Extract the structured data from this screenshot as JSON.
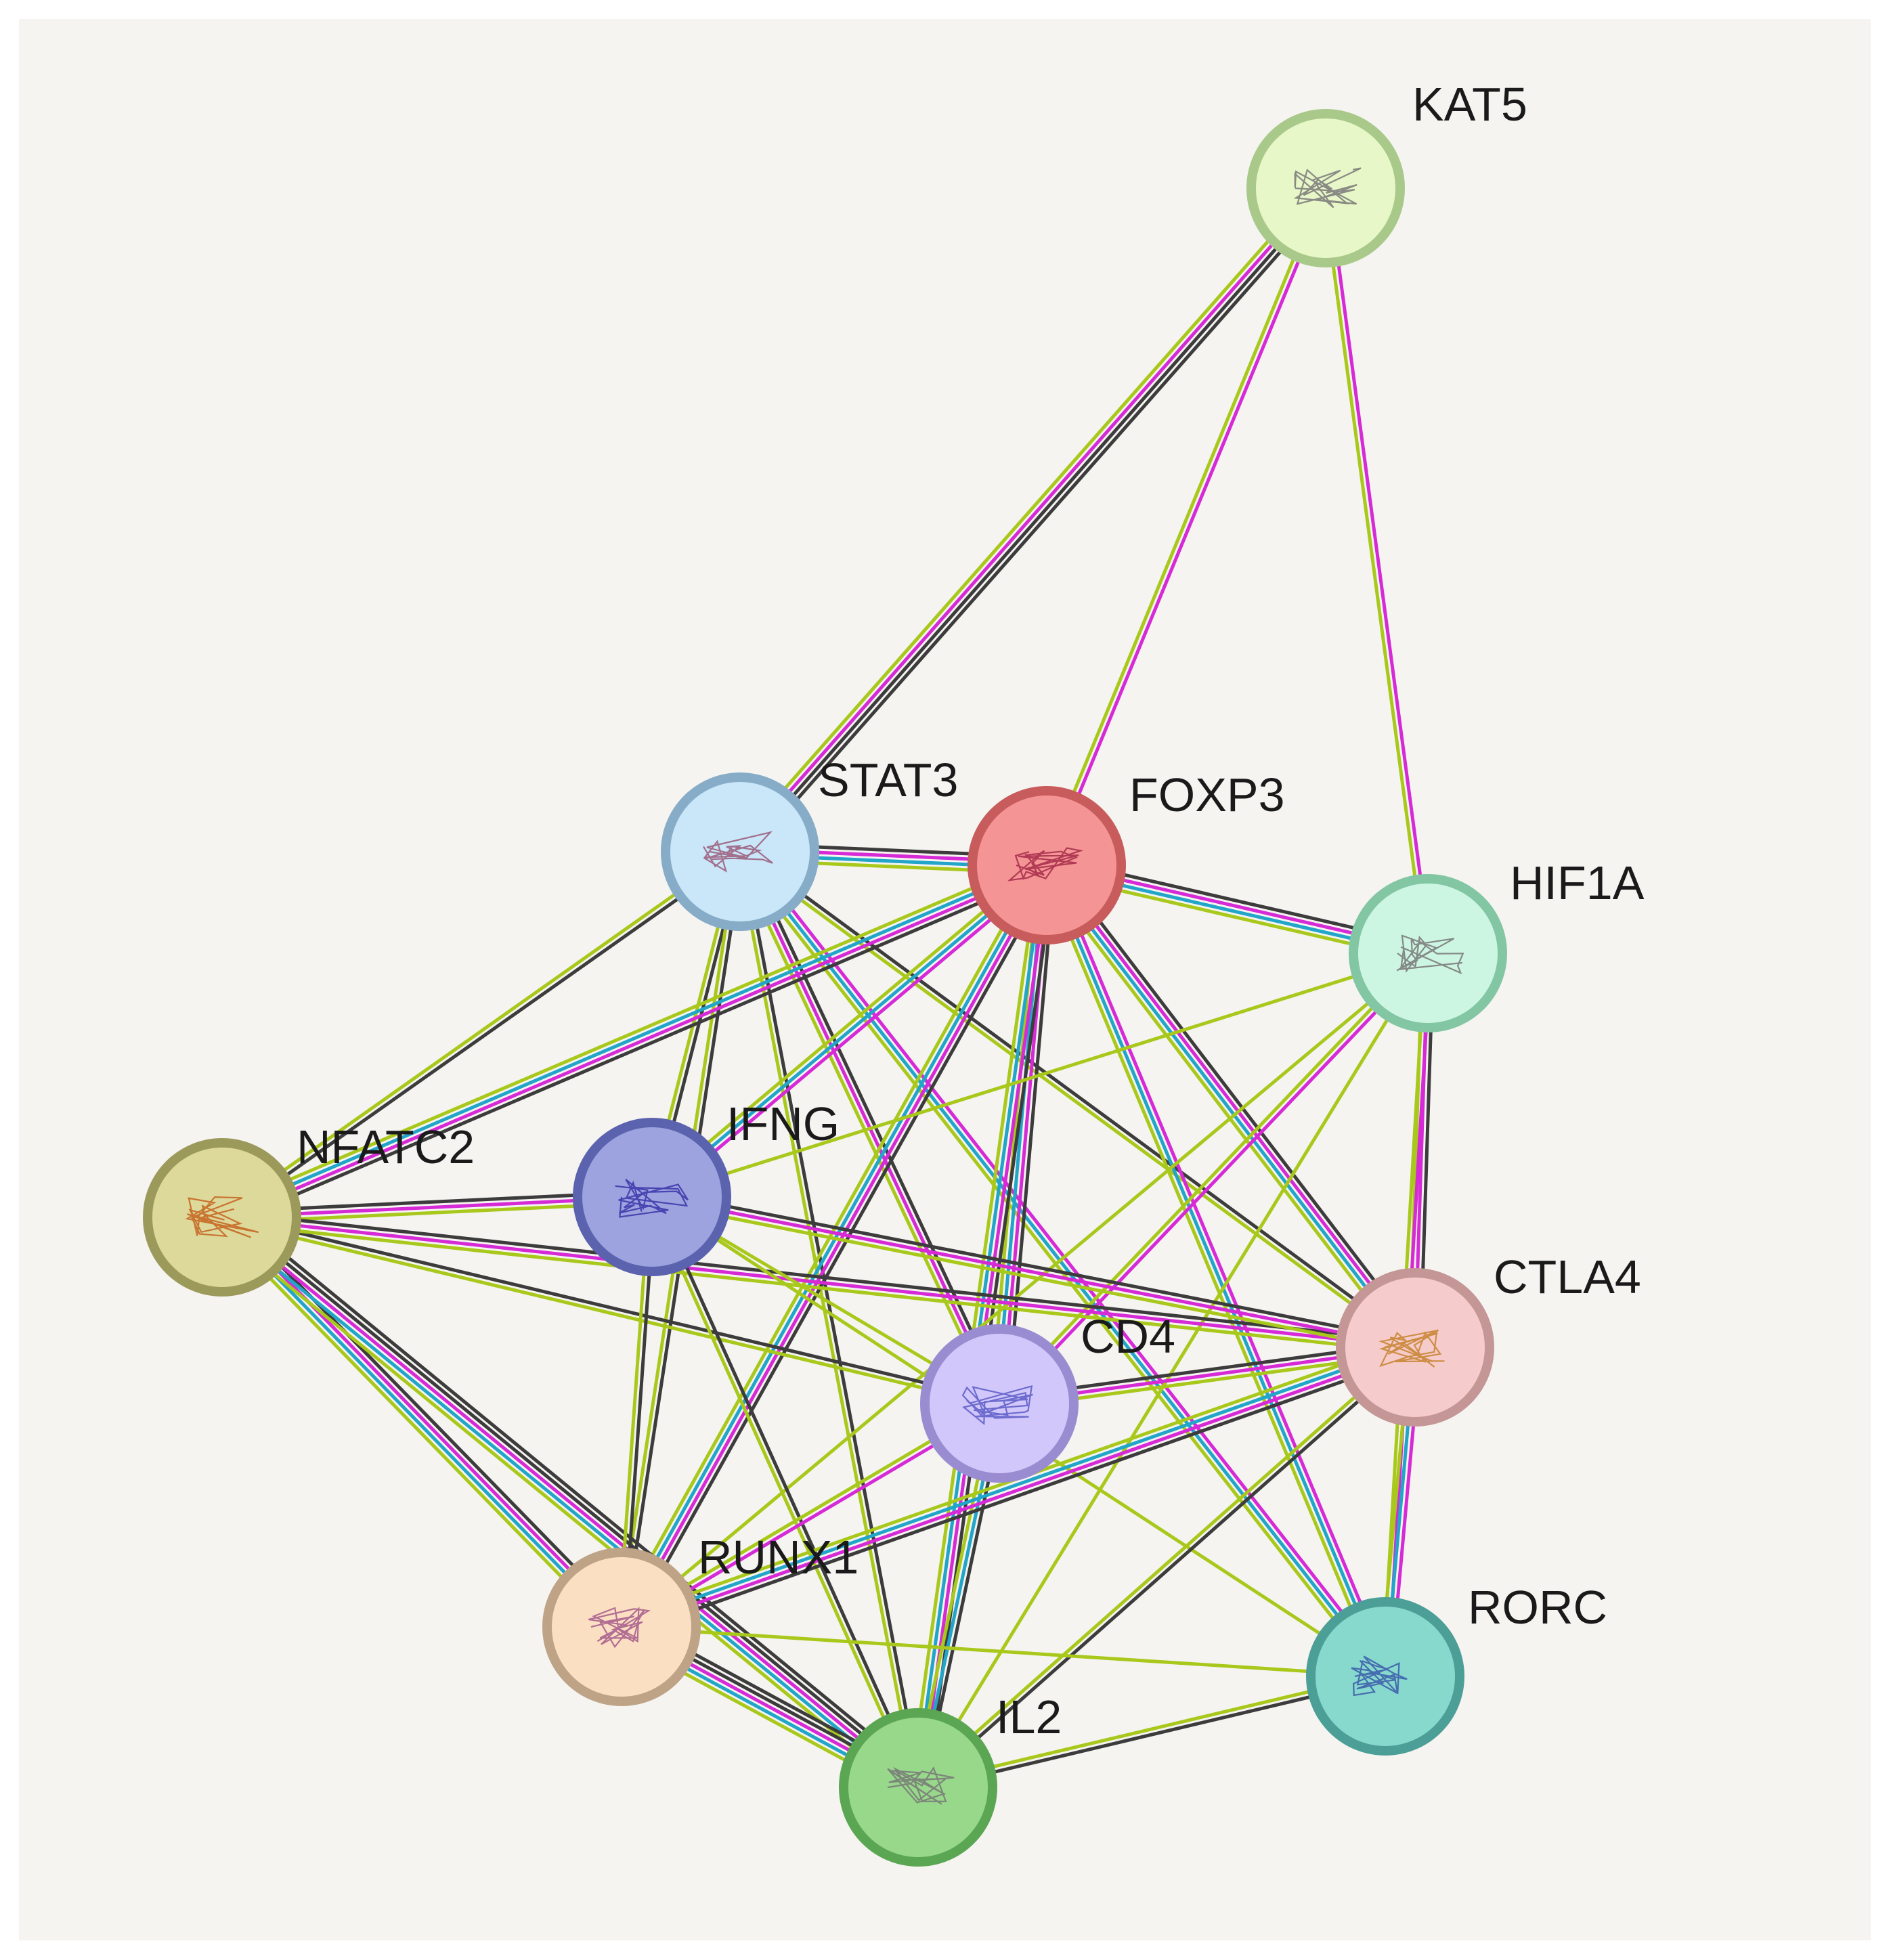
{
  "network": {
    "edge_channel_colors": {
      "black": "#3c3c3c",
      "magenta": "#d62ad6",
      "cyan": "#21a5c9",
      "lime": "#a9c81c"
    },
    "nodes": [
      {
        "id": "KAT5",
        "label": "KAT5",
        "fill": "#e7f7c7",
        "stroke": "#a9c98a",
        "glyph": "#777777"
      },
      {
        "id": "STAT3",
        "label": "STAT3",
        "fill": "#c9e7f9",
        "stroke": "#86acc7",
        "glyph": "#9a5a7a"
      },
      {
        "id": "FOXP3",
        "label": "FOXP3",
        "fill": "#f49494",
        "stroke": "#c85c5c",
        "glyph": "#a42a4a"
      },
      {
        "id": "HIF1A",
        "label": "HIF1A",
        "fill": "#cdf6e2",
        "stroke": "#83c6a3",
        "glyph": "#777777"
      },
      {
        "id": "NFATC2",
        "label": "NFATC2",
        "fill": "#dcd99a",
        "stroke": "#9c9a5b",
        "glyph": "#c6621e"
      },
      {
        "id": "IFNG",
        "label": "IFNG",
        "fill": "#9ca3df",
        "stroke": "#5b63ae",
        "glyph": "#3a35a9"
      },
      {
        "id": "CD4",
        "label": "CD4",
        "fill": "#d2c7fb",
        "stroke": "#9a8cd0",
        "glyph": "#5a5ac6"
      },
      {
        "id": "CTLA4",
        "label": "CTLA4",
        "fill": "#f6cbcb",
        "stroke": "#c49696",
        "glyph": "#c6822e"
      },
      {
        "id": "RUNX1",
        "label": "RUNX1",
        "fill": "#fbdfc3",
        "stroke": "#bfa386",
        "glyph": "#a45a8a"
      },
      {
        "id": "RORC",
        "label": "RORC",
        "fill": "#87d8cd",
        "stroke": "#4c9f96",
        "glyph": "#3a5aa9"
      },
      {
        "id": "IL2",
        "label": "IL2",
        "fill": "#98d88b",
        "stroke": "#5ba653",
        "glyph": "#777777"
      }
    ],
    "edges": [
      {
        "a": "KAT5",
        "b": "STAT3",
        "channels": [
          "black",
          "black",
          "magenta",
          "lime"
        ]
      },
      {
        "a": "KAT5",
        "b": "FOXP3",
        "channels": [
          "magenta",
          "lime"
        ]
      },
      {
        "a": "KAT5",
        "b": "HIF1A",
        "channels": [
          "magenta",
          "lime"
        ]
      },
      {
        "a": "STAT3",
        "b": "FOXP3",
        "channels": [
          "black",
          "magenta",
          "cyan",
          "lime"
        ]
      },
      {
        "a": "STAT3",
        "b": "NFATC2",
        "channels": [
          "black",
          "lime"
        ]
      },
      {
        "a": "STAT3",
        "b": "IFNG",
        "channels": [
          "black",
          "lime"
        ]
      },
      {
        "a": "STAT3",
        "b": "CD4",
        "channels": [
          "black",
          "magenta",
          "lime"
        ]
      },
      {
        "a": "STAT3",
        "b": "CTLA4",
        "channels": [
          "black",
          "lime"
        ]
      },
      {
        "a": "STAT3",
        "b": "RUNX1",
        "channels": [
          "black",
          "lime"
        ]
      },
      {
        "a": "STAT3",
        "b": "RORC",
        "channels": [
          "magenta",
          "cyan",
          "lime"
        ]
      },
      {
        "a": "STAT3",
        "b": "IL2",
        "channels": [
          "black",
          "lime"
        ]
      },
      {
        "a": "FOXP3",
        "b": "HIF1A",
        "channels": [
          "black",
          "magenta",
          "cyan",
          "lime"
        ]
      },
      {
        "a": "FOXP3",
        "b": "NFATC2",
        "channels": [
          "black",
          "magenta",
          "cyan",
          "lime"
        ]
      },
      {
        "a": "FOXP3",
        "b": "IFNG",
        "channels": [
          "magenta",
          "cyan",
          "lime"
        ]
      },
      {
        "a": "FOXP3",
        "b": "CD4",
        "channels": [
          "black",
          "magenta",
          "cyan",
          "lime"
        ]
      },
      {
        "a": "FOXP3",
        "b": "CTLA4",
        "channels": [
          "black",
          "magenta",
          "cyan",
          "lime"
        ]
      },
      {
        "a": "FOXP3",
        "b": "RUNX1",
        "channels": [
          "black",
          "magenta",
          "cyan",
          "lime"
        ]
      },
      {
        "a": "FOXP3",
        "b": "RORC",
        "channels": [
          "magenta",
          "cyan",
          "lime"
        ]
      },
      {
        "a": "FOXP3",
        "b": "IL2",
        "channels": [
          "black",
          "magenta",
          "cyan",
          "lime"
        ]
      },
      {
        "a": "HIF1A",
        "b": "IFNG",
        "channels": [
          "lime"
        ]
      },
      {
        "a": "HIF1A",
        "b": "CD4",
        "channels": [
          "magenta",
          "lime"
        ]
      },
      {
        "a": "HIF1A",
        "b": "CTLA4",
        "channels": [
          "black",
          "magenta",
          "lime"
        ]
      },
      {
        "a": "HIF1A",
        "b": "RORC",
        "channels": [
          "magenta",
          "lime"
        ]
      },
      {
        "a": "HIF1A",
        "b": "RUNX1",
        "channels": [
          "lime"
        ]
      },
      {
        "a": "HIF1A",
        "b": "IL2",
        "channels": [
          "lime"
        ]
      },
      {
        "a": "NFATC2",
        "b": "IFNG",
        "channels": [
          "black",
          "magenta",
          "lime"
        ]
      },
      {
        "a": "NFATC2",
        "b": "CD4",
        "channels": [
          "black",
          "lime"
        ]
      },
      {
        "a": "NFATC2",
        "b": "CTLA4",
        "channels": [
          "black",
          "magenta",
          "lime"
        ]
      },
      {
        "a": "NFATC2",
        "b": "RUNX1",
        "channels": [
          "black",
          "magenta",
          "cyan",
          "lime"
        ]
      },
      {
        "a": "NFATC2",
        "b": "IL2",
        "channels": [
          "black",
          "black",
          "magenta",
          "cyan",
          "lime"
        ]
      },
      {
        "a": "IFNG",
        "b": "CD4",
        "channels": [
          "lime"
        ]
      },
      {
        "a": "IFNG",
        "b": "CTLA4",
        "channels": [
          "black",
          "magenta",
          "lime"
        ]
      },
      {
        "a": "IFNG",
        "b": "RUNX1",
        "channels": [
          "black",
          "lime"
        ]
      },
      {
        "a": "IFNG",
        "b": "IL2",
        "channels": [
          "black",
          "lime"
        ]
      },
      {
        "a": "IFNG",
        "b": "RORC",
        "channels": [
          "lime"
        ]
      },
      {
        "a": "CD4",
        "b": "CTLA4",
        "channels": [
          "black",
          "magenta",
          "lime"
        ]
      },
      {
        "a": "CD4",
        "b": "RUNX1",
        "channels": [
          "magenta",
          "lime"
        ]
      },
      {
        "a": "CD4",
        "b": "IL2",
        "channels": [
          "black",
          "cyan",
          "lime"
        ]
      },
      {
        "a": "CTLA4",
        "b": "RUNX1",
        "channels": [
          "black",
          "magenta",
          "cyan",
          "lime"
        ]
      },
      {
        "a": "CTLA4",
        "b": "RORC",
        "channels": [
          "magenta",
          "cyan",
          "lime"
        ]
      },
      {
        "a": "CTLA4",
        "b": "IL2",
        "channels": [
          "black",
          "lime"
        ]
      },
      {
        "a": "RUNX1",
        "b": "IL2",
        "channels": [
          "black",
          "black",
          "magenta",
          "cyan",
          "lime"
        ]
      },
      {
        "a": "RUNX1",
        "b": "RORC",
        "channels": [
          "lime"
        ]
      },
      {
        "a": "RORC",
        "b": "IL2",
        "channels": [
          "black",
          "lime"
        ]
      }
    ]
  }
}
